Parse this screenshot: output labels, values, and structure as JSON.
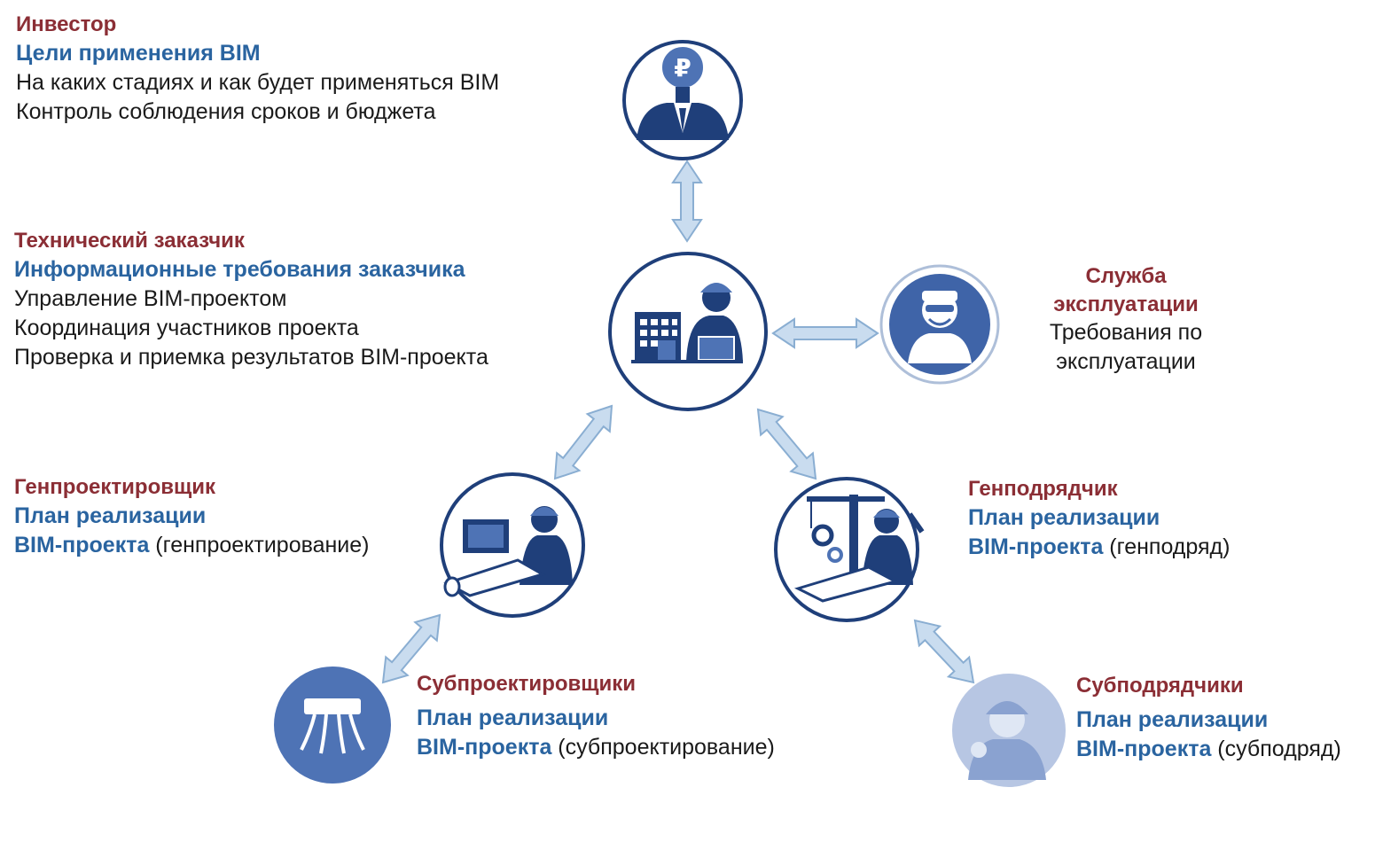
{
  "investor": {
    "role": "Инвестор",
    "doc": "Цели применения BIM",
    "lines": [
      "На каких стадиях и как будет применяться BIM",
      "Контроль соблюдения сроков и бюджета"
    ]
  },
  "tech_customer": {
    "role": "Технический заказчик",
    "doc": "Информационные требования заказчика",
    "lines": [
      "Управление BIM-проектом",
      "Координация участников проекта",
      "Проверка и приемка результатов BIM-проекта"
    ]
  },
  "operations": {
    "role_line1": "Служба",
    "role_line2": "эксплуатации",
    "line1": "Требования по",
    "line2": "эксплуатации"
  },
  "gen_designer": {
    "role": "Генпроектировщик",
    "doc_line1": "План реализации",
    "doc_line2": "BIM-проекта",
    "suffix": " (генпроектирование)"
  },
  "gen_contractor": {
    "role": "Генподрядчик",
    "doc_line1": "План реализации",
    "doc_line2": "BIM-проекта",
    "suffix": " (генподряд)"
  },
  "sub_designers": {
    "role": "Субпроектировщики",
    "doc_line1": "План реализации",
    "doc_line2": "BIM-проекта",
    "suffix": " (субпроектирование)"
  },
  "sub_contractors": {
    "role": "Субподрядчики",
    "doc_line1": "План реализации",
    "doc_line2": "BIM-проекта",
    "suffix": " (субподряд)"
  },
  "colors": {
    "role": "#8b2e35",
    "doc": "#2a64a0",
    "icon_dark": "#1f3f7a",
    "icon_light": "#4e73b5",
    "arrow_fill": "#c9dcef",
    "arrow_stroke": "#8aaed2"
  },
  "icons": {
    "investor": "ruble-businessman-icon",
    "tech_customer": "engineer-building-laptop-icon",
    "operations": "maintenance-worker-icon",
    "gen_designer": "designer-blueprints-icon",
    "gen_contractor": "builder-crane-gears-icon",
    "sub_designers": "hvac-unit-icon",
    "sub_contractors": "worker-thumbs-up-icon"
  }
}
